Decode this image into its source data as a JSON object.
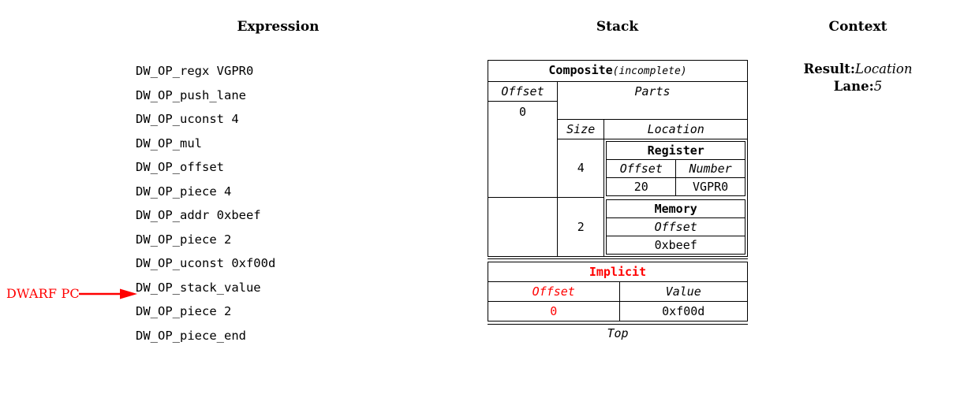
{
  "headings": {
    "expression": "Expression",
    "stack": "Stack",
    "context": "Context"
  },
  "expression": {
    "lines": [
      "DW_OP_regx VGPR0",
      "DW_OP_push_lane",
      "DW_OP_uconst 4",
      "DW_OP_mul",
      "DW_OP_offset",
      "DW_OP_piece 4",
      "DW_OP_addr 0xbeef",
      "DW_OP_piece 2",
      "DW_OP_uconst 0xf00d",
      "DW_OP_stack_value",
      "DW_OP_piece 2",
      "DW_OP_piece_end"
    ],
    "pc_marker_label": "DWARF PC",
    "pc_marker_target_line_index": 10,
    "pc_marker_color": "#FF0000"
  },
  "stack": {
    "entries": [
      {
        "title": "Composite",
        "title_suffix": "(incomplete)",
        "offset_header": "Offset",
        "offset_value": "0",
        "parts_header": "Parts",
        "size_header": "Size",
        "location_header": "Location",
        "parts": [
          {
            "size": "4",
            "location": {
              "title": "Register",
              "columns": [
                "Offset",
                "Number"
              ],
              "values": [
                "20",
                "VGPR0"
              ]
            }
          },
          {
            "size": "2",
            "location": {
              "title": "Memory",
              "columns": [
                "Offset"
              ],
              "values": [
                "0xbeef"
              ]
            }
          }
        ]
      },
      {
        "title": "Implicit",
        "title_color": "#FF0000",
        "columns": [
          "Offset",
          "Value"
        ],
        "column_colors": [
          "#FF0000",
          "#000000"
        ],
        "values": [
          "0",
          "0xf00d"
        ],
        "value_colors": [
          "#FF0000",
          "#000000"
        ]
      }
    ],
    "top_label": "Top"
  },
  "context": {
    "rows": [
      {
        "key": "Result:",
        "value": "Location"
      },
      {
        "key": "Lane:",
        "value": "5"
      }
    ]
  }
}
